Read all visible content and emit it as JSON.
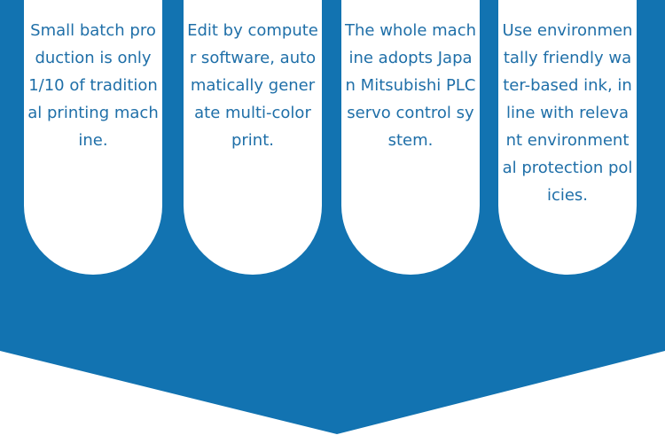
{
  "colors": {
    "banner_blue": "#1273b1",
    "card_background": "#ffffff",
    "text_blue": "#1f6fa8",
    "page_background": "#ffffff"
  },
  "cards": [
    {
      "text": "Small batch production is only 1/10 of traditional printing machine."
    },
    {
      "text": "Edit by computer software, automatically generate multi-color print."
    },
    {
      "text": "The whole machine adopts Japan Mitsubishi PLC servo control system."
    },
    {
      "text": "Use environmentally friendly water-based ink, in line with relevant environmental protection policies."
    }
  ]
}
